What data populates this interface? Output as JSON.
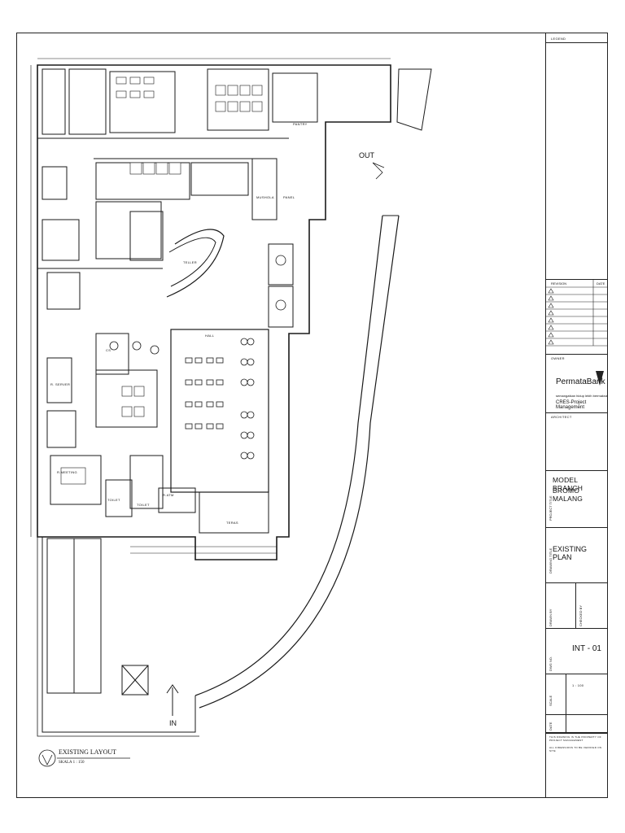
{
  "drawing": {
    "out_label": "OUT",
    "in_label": "IN",
    "layout_title": "EXISTING LAYOUT",
    "layout_scale": "SKALA  1 : 150",
    "room_labels": {
      "r1": "R.MEETING",
      "r2": "TOILET",
      "r3": "TELLER",
      "r4": "R. SERVER",
      "r5": "CS",
      "r6": "R.ATM",
      "r7": "TOILET",
      "r8": "TERAS",
      "r9": "HALL",
      "r10": "PANEL",
      "r11": "MUSHOLA",
      "r12": "PANTRY"
    }
  },
  "title_block": {
    "legend_label": "LEGEND",
    "revision_header": "REVISION",
    "date_header": "DATE",
    "owner_label": "OWNER",
    "bank_name": "PermataBank",
    "bank_tagline": "semangatkan hidup lebih bermakna",
    "cres": "CRES-Project Management",
    "architect_label": "ARCHITECT",
    "project_title_label": "PROJECT TITLE",
    "project_line1": "MODEL BRANCH",
    "project_line2": "BROMO MALANG",
    "drawing_title_label": "DRAWING TITLE",
    "drawing_title": "EXISTING PLAN",
    "drawn_by_label": "DRAWN BY",
    "checked_by_label": "CHECKED BY",
    "drawing_no_label": "DWG NO.",
    "sheet_no": "INT - 01",
    "scale_label": "SCALE",
    "scale_value": "1 : 100",
    "date_label": "DATE",
    "note1": "THIS DRAWING IS THE PROPERTY OF PROJECT MANAGEMENT",
    "note2": "ALL DIMENSIONS TO BE VERIFIED ON SITE"
  },
  "colors": {
    "line": "#1a1a1a",
    "paper": "#ffffff"
  }
}
